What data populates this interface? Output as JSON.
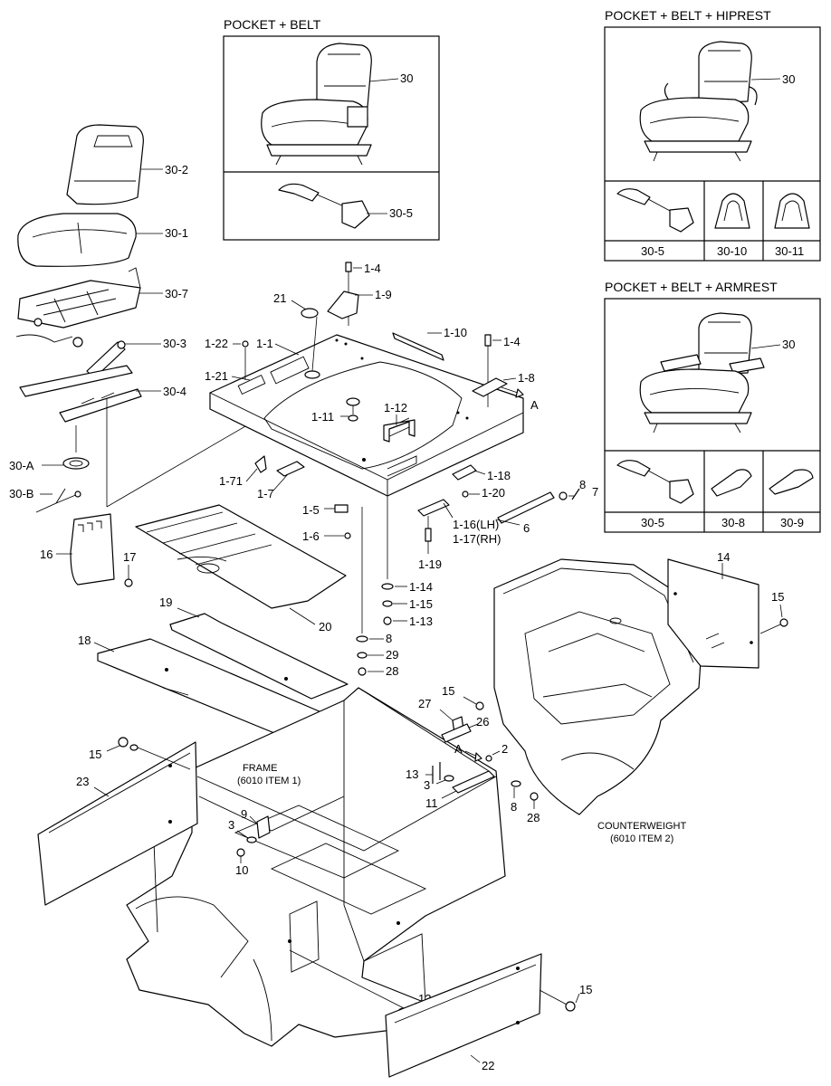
{
  "insets": {
    "pocket_belt": {
      "title": "POCKET + BELT",
      "seat_label": "30",
      "belt_label": "30-5"
    },
    "pocket_belt_hiprest": {
      "title": "POCKET + BELT + HIPREST",
      "seat_label": "30",
      "cells": [
        "30-5",
        "30-10",
        "30-11"
      ]
    },
    "pocket_belt_armrest": {
      "title": "POCKET + BELT + ARMREST",
      "seat_label": "30",
      "cells": [
        "30-5",
        "30-8",
        "30-9"
      ]
    }
  },
  "seat_parts": {
    "backrest": "30-2",
    "cushion": "30-1",
    "suspension": "30-7",
    "damper": "30-3",
    "rail": "30-4",
    "grommet": "30-A",
    "harness": "30-B"
  },
  "labels": {
    "l1_4a": "1-4",
    "l1_9": "1-9",
    "l21": "21",
    "l1_10": "1-10",
    "l1_4b": "1-4",
    "l1_22": "1-22",
    "l1_1": "1-1",
    "l1_21": "1-21",
    "l1_8": "1-8",
    "arrowA1": "A",
    "l1_11": "1-11",
    "l1_12": "1-12",
    "l1_71": "1-71",
    "l1_7": "1-7",
    "l1_18": "1-18",
    "l1_20": "1-20",
    "l8a": "8",
    "l7": "7",
    "l1_5": "1-5",
    "l1_16": "1-16(LH)",
    "l1_17": "1-17(RH)",
    "l6": "6",
    "l1_6": "1-6",
    "l1_19": "1-19",
    "l16": "16",
    "l17": "17",
    "l1_14": "1-14",
    "l1_15": "1-15",
    "l1_13": "1-13",
    "l20": "20",
    "l19": "19",
    "l18": "18",
    "l8b": "8",
    "l29": "29",
    "l28a": "28",
    "l14": "14",
    "l15a": "15",
    "l15b": "15",
    "l27": "27",
    "l26": "26",
    "arrowA2": "A",
    "l2": "2",
    "l15c": "15",
    "l23": "23",
    "l13": "13",
    "l3a": "3",
    "l11": "11",
    "l8c": "8",
    "l28b": "28",
    "l9": "9",
    "l3b": "3",
    "l10": "10",
    "l12": "12",
    "l15d": "15",
    "l22": "22"
  },
  "frame_label": {
    "line1": "FRAME",
    "line2": "(6010 ITEM 1)"
  },
  "counterweight_label": {
    "line1": "COUNTERWEIGHT",
    "line2": "(6010 ITEM 2)"
  }
}
